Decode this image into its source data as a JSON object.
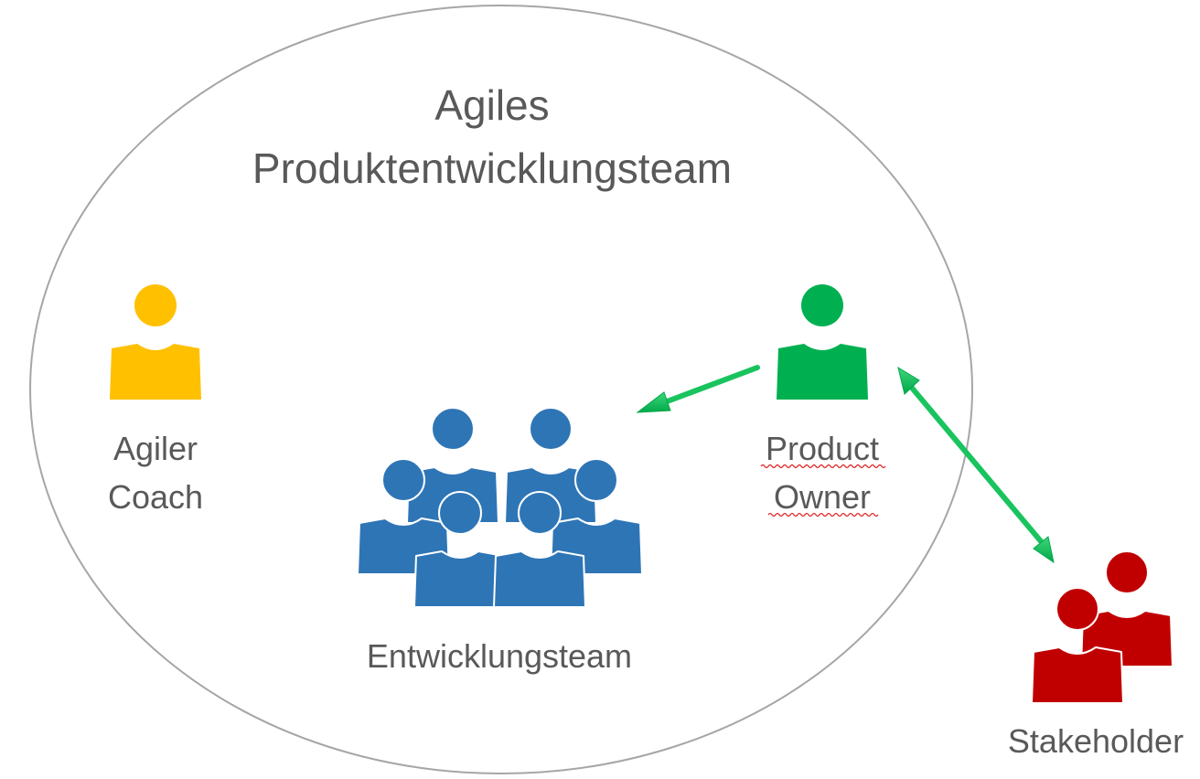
{
  "title": {
    "line1": "Agiles",
    "line2": "Produktentwicklungsteam"
  },
  "roles": {
    "agile_coach": {
      "line1": "Agiler",
      "line2": "Coach"
    },
    "product_owner": {
      "line1": "Product",
      "line2": "Owner"
    },
    "dev_team": {
      "label": "Entwicklungsteam"
    },
    "stakeholder": {
      "label": "Stakeholder"
    }
  },
  "colors": {
    "ellipse_stroke": "#a6a6a6",
    "agile_coach": "#ffc000",
    "product_owner": "#00b050",
    "dev_team": "#2e75b6",
    "stakeholder": "#c00000",
    "arrow": "#00b050",
    "text": "#595959"
  },
  "icons": {
    "agile_coach": "person-icon",
    "product_owner": "person-icon",
    "dev_team": "people-group-icon",
    "stakeholder": "people-pair-icon"
  }
}
